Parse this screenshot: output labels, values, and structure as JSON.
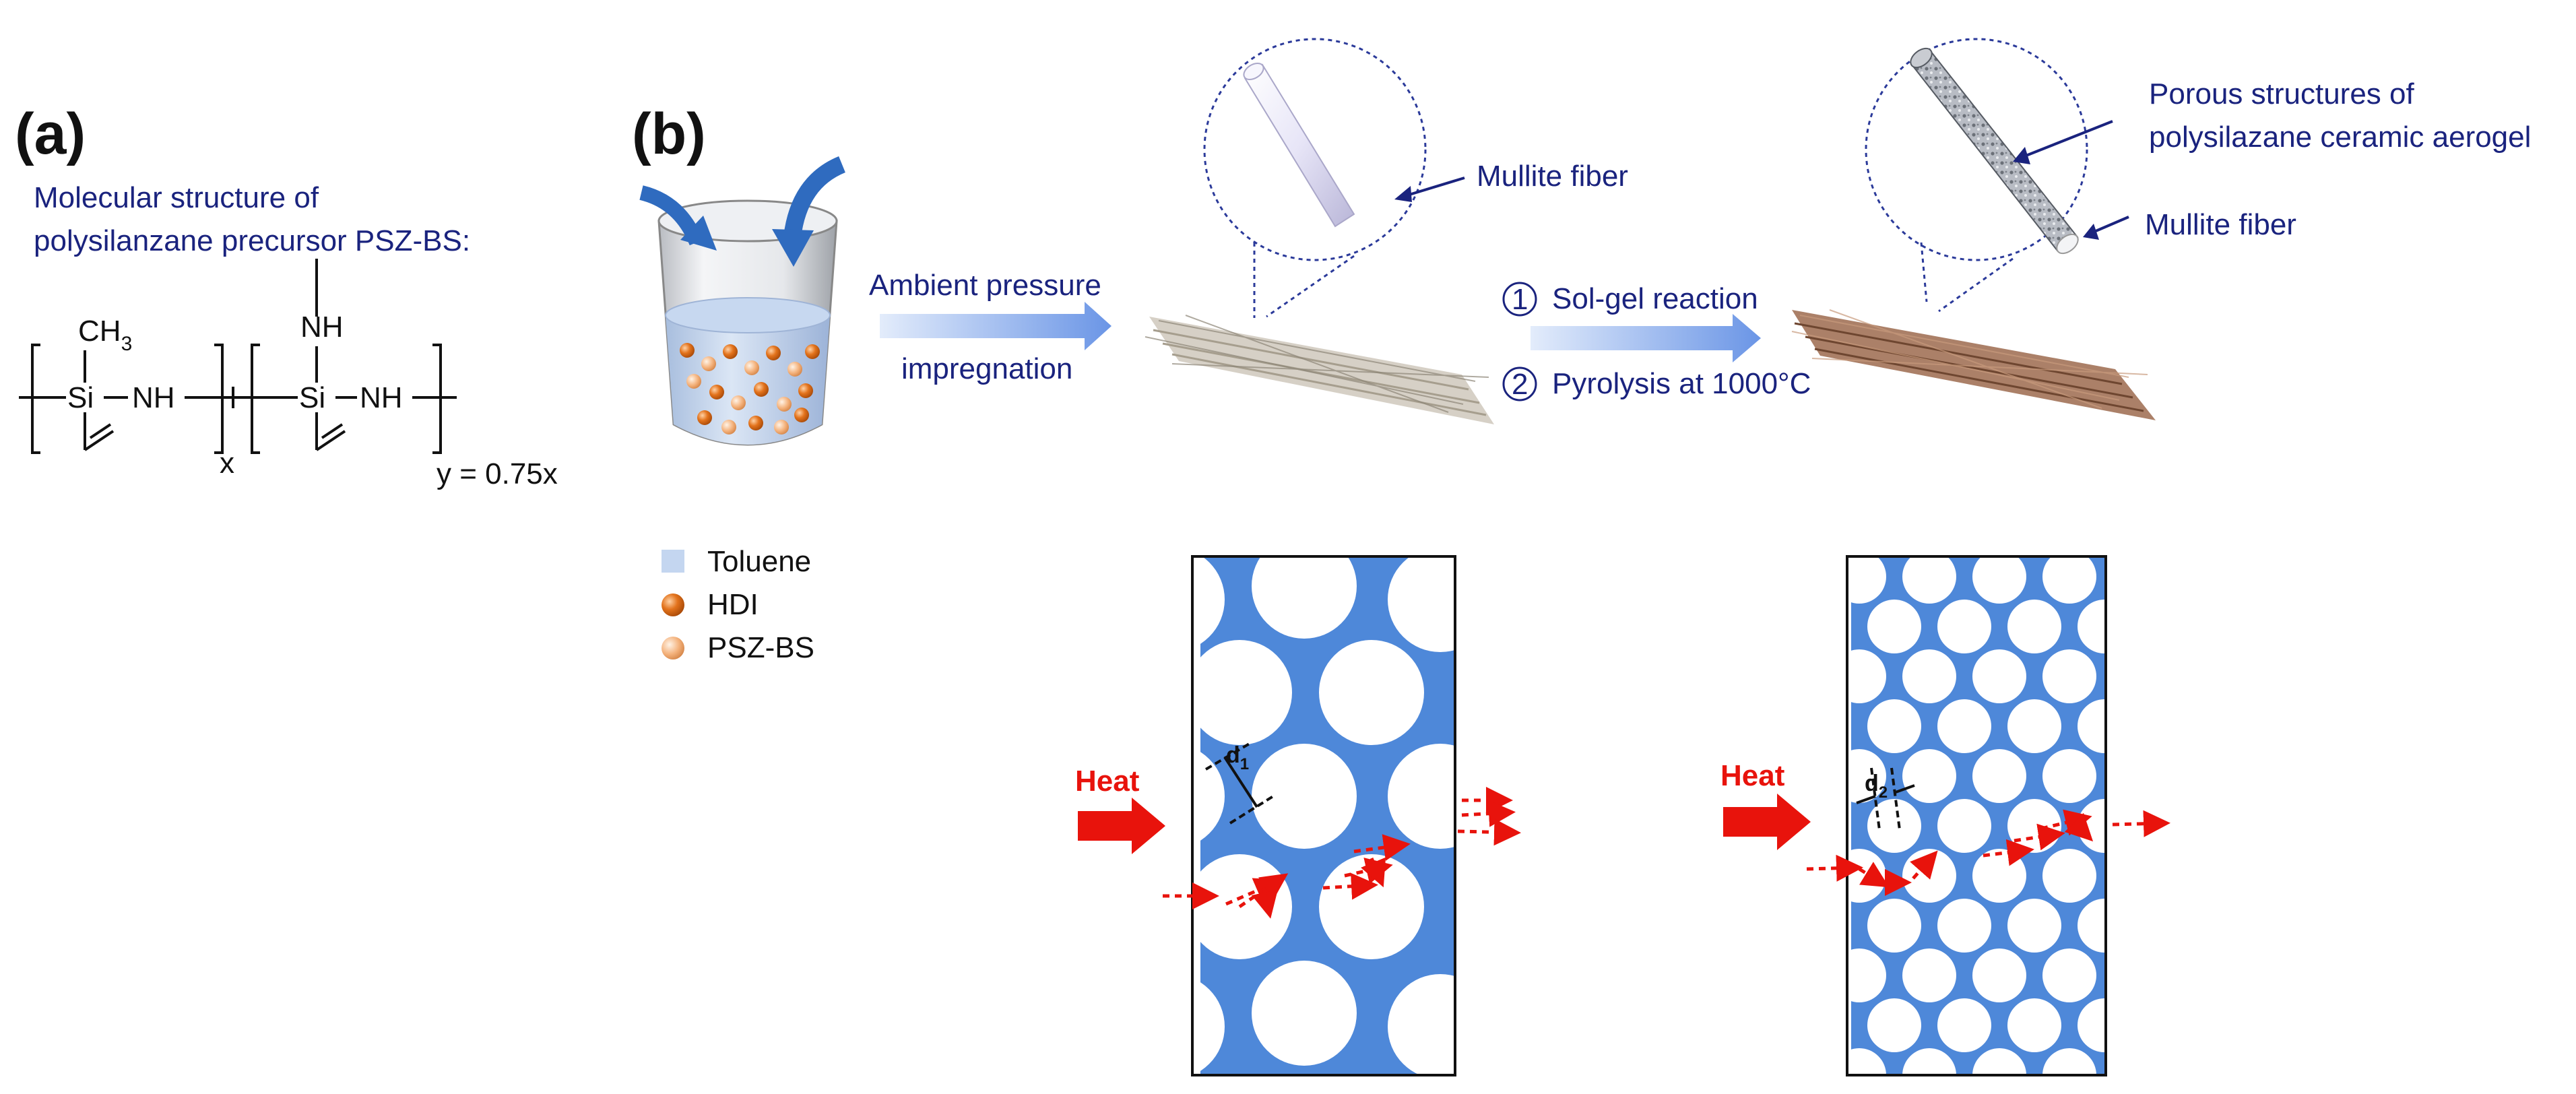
{
  "panel_a": {
    "label": "(a)",
    "title_line1": "Molecular structure of",
    "title_line2": "polysilanzane precursor PSZ-BS:",
    "ch3": "CH",
    "ch3_sub": "3",
    "si1": "Si",
    "nh1": "NH",
    "nh_top": "NH",
    "si2": "Si",
    "nh2": "NH",
    "sub_x": "x",
    "ratio": "y = 0.75x"
  },
  "panel_b": {
    "label": "(b)",
    "step1_line1": "Ambient pressure",
    "step1_line2": "impregnation",
    "fiber_label_1": "Mullite fiber",
    "step2_num1": "1",
    "step2_text1": "Sol-gel reaction",
    "step2_num2": "2",
    "step2_text2": "Pyrolysis at 1000°C",
    "porous_line1": "Porous structures of",
    "porous_line2": "polysilazane ceramic aerogel",
    "fiber_label_2": "Mullite fiber",
    "legend": [
      "Toluene",
      "HDI",
      "PSZ-BS"
    ],
    "heat_left": "Heat",
    "d1": "d",
    "d1_sub": "1",
    "heat_right": "Heat",
    "d2": "d",
    "d2_sub": "2"
  },
  "colors": {
    "accent_blue": "#4e88d9",
    "text_blue": "#1a237e",
    "heat_red": "#e8130c",
    "hdi_orange": "#e3731c",
    "psz_peach": "#f4b27c",
    "toluene": "#c4d6f0"
  }
}
